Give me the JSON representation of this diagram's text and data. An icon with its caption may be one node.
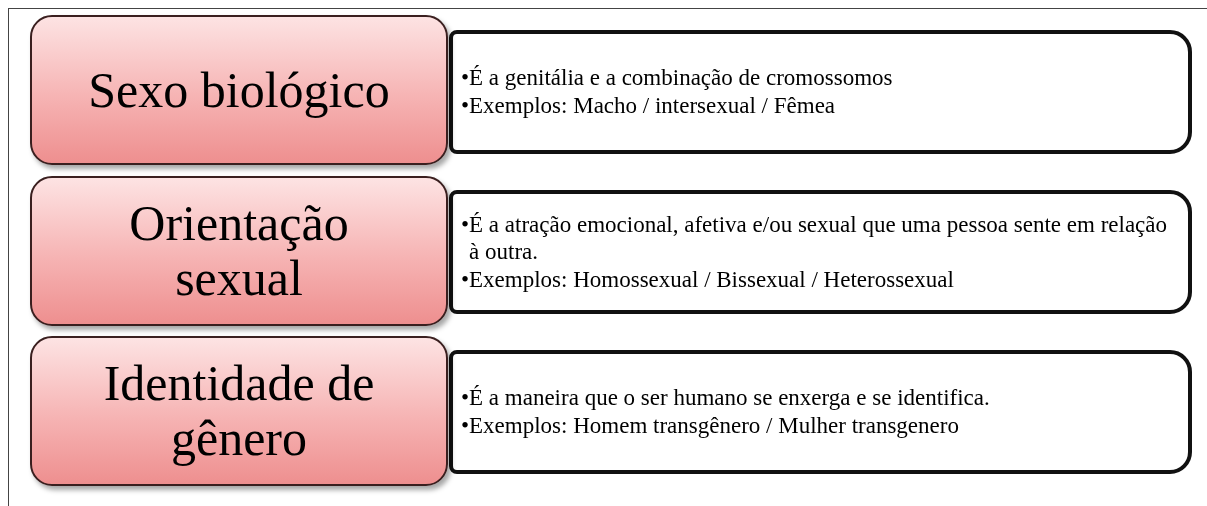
{
  "diagram": {
    "nodes": [
      {
        "text": [
          "Sexo biológico"
        ]
      },
      {
        "text": [
          "•É a genitália e a combinação de cromossomos",
          "•Exemplos: Macho / intersexual / Fêmea"
        ]
      },
      {
        "text": [
          "Orientação sexual"
        ]
      },
      {
        "text": [
          "•É a atração emocional, afetiva e/ou sexual que uma pessoa sente em relação à outra.",
          "•Exemplos: Homossexual / Bissexual / Heterossexual"
        ]
      },
      {
        "text": [
          "Identidade de gênero"
        ]
      },
      {
        "text": [
          "•É a maneira que o ser humano se enxerga e se identifica.",
          "•Exemplos: Homem transgênero / Mulher transgenero"
        ]
      }
    ]
  }
}
